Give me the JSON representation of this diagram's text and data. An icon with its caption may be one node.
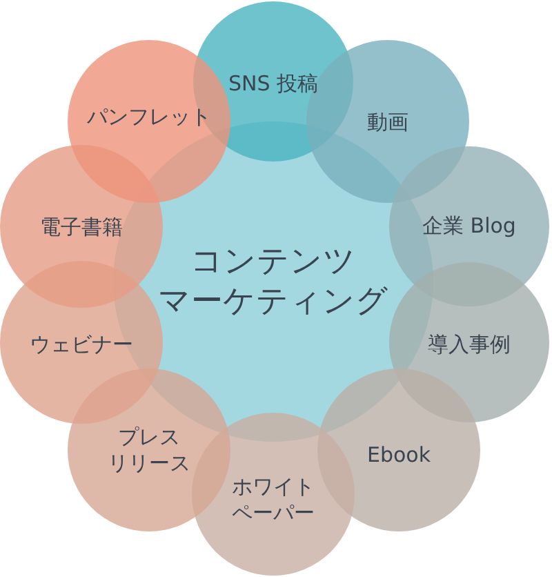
{
  "diagram": {
    "nodes": [
      {
        "text": [
          "コンテンツマーケティング"
        ]
      },
      {
        "text": [
          "SNS 投稿"
        ]
      },
      {
        "text": [
          "動画"
        ]
      },
      {
        "text": [
          "企業 Blog"
        ]
      },
      {
        "text": [
          "導入事例"
        ]
      },
      {
        "text": [
          "Ebook"
        ]
      },
      {
        "text": [
          "ホワイトペーパー"
        ]
      },
      {
        "text": [
          "プレスリリース"
        ]
      },
      {
        "text": [
          "ウェビナー"
        ]
      },
      {
        "text": [
          "電子書籍"
        ]
      },
      {
        "text": [
          "パンフレット"
        ]
      }
    ]
  }
}
